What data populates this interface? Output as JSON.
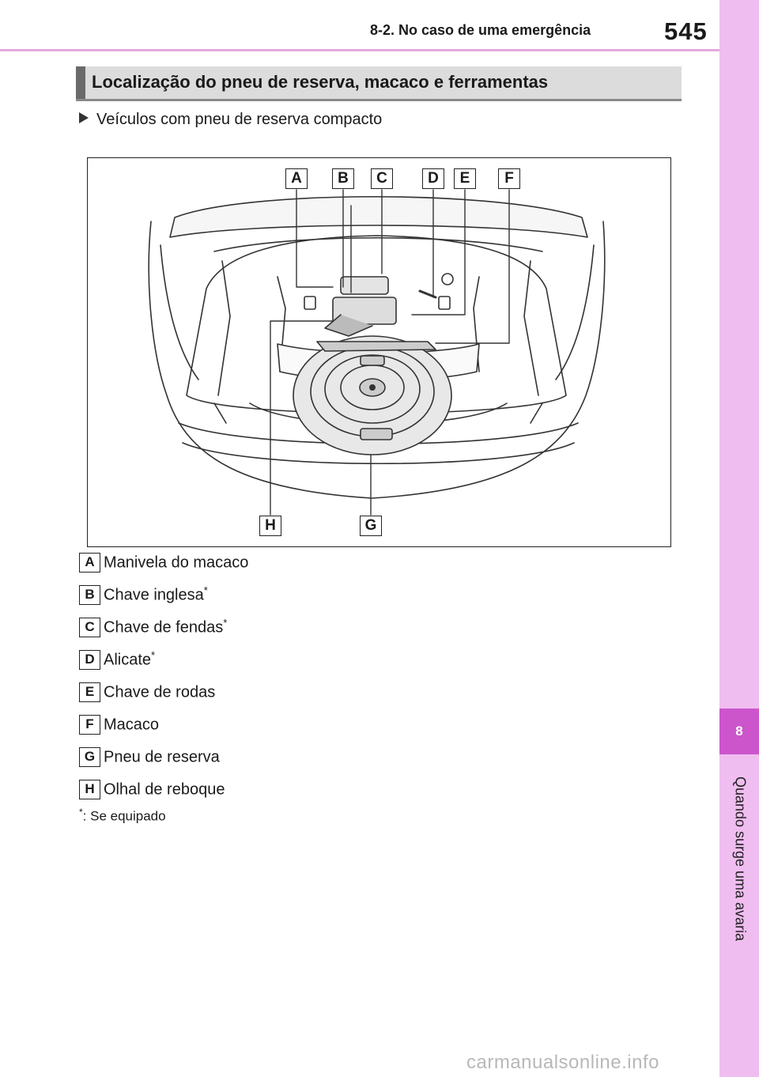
{
  "header": {
    "section_path": "8-2. No caso de uma emergência",
    "page_number": "545"
  },
  "side_tab": {
    "chapter_number": "8",
    "chapter_title": "Quando surge uma avaria"
  },
  "section": {
    "title": "Localização do pneu de reserva, macaco e ferramentas",
    "bullet": "Veículos com pneu de reserva compacto"
  },
  "figure": {
    "callouts_top": [
      "A",
      "B",
      "C",
      "D",
      "E",
      "F"
    ],
    "callouts_bottom": [
      "H",
      "G"
    ]
  },
  "legend": [
    {
      "key": "A",
      "text": "Manivela do macaco",
      "equipped_mark": ""
    },
    {
      "key": "B",
      "text": "Chave inglesa",
      "equipped_mark": "*"
    },
    {
      "key": "C",
      "text": "Chave de fendas",
      "equipped_mark": "*"
    },
    {
      "key": "D",
      "text": "Alicate",
      "equipped_mark": "*"
    },
    {
      "key": "E",
      "text": "Chave de rodas",
      "equipped_mark": ""
    },
    {
      "key": "F",
      "text": "Macaco",
      "equipped_mark": ""
    },
    {
      "key": "G",
      "text": "Pneu de reserva",
      "equipped_mark": ""
    },
    {
      "key": "H",
      "text": "Olhal de reboque",
      "equipped_mark": ""
    }
  ],
  "footnote": {
    "mark": "*",
    "text": ": Se equipado"
  },
  "watermark": "carmanualsonline.info"
}
